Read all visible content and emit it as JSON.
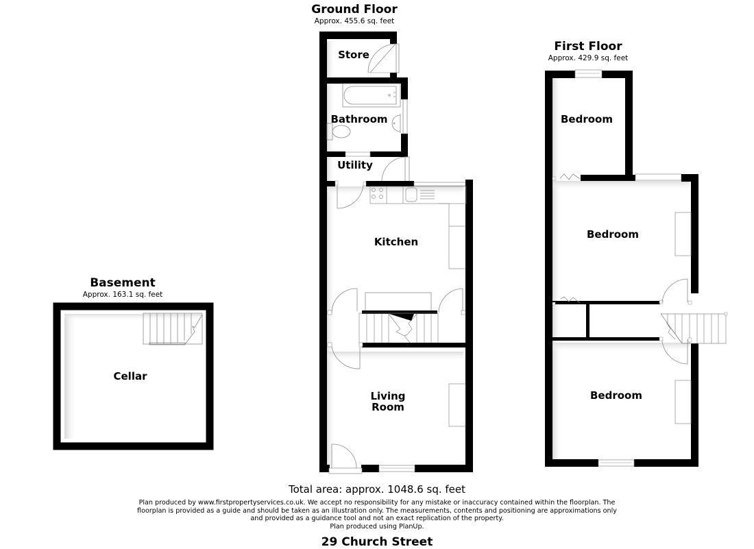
{
  "floors": {
    "ground": {
      "title": "Ground Floor",
      "area": "Approx. 455.6 sq. feet",
      "rooms": {
        "store": "Store",
        "bathroom": "Bathroom",
        "utility": "Utility",
        "kitchen": "Kitchen",
        "living_room_line1": "Living",
        "living_room_line2": "Room"
      }
    },
    "first": {
      "title": "First Floor",
      "area": "Approx. 429.9 sq. feet",
      "rooms": {
        "bedroom_1": "Bedroom",
        "bedroom_2": "Bedroom",
        "bedroom_3": "Bedroom"
      }
    },
    "basement": {
      "title": "Basement",
      "area": "Approx. 163.1 sq. feet",
      "rooms": {
        "cellar": "Cellar"
      }
    }
  },
  "footer": {
    "total_area": "Total area: approx. 1048.6 sq. feet",
    "disclaimer_lines": [
      "Plan produced by www.firstpropertyservices.co.uk. We accept no responsibility for any mistake or inaccuracy contained within the floorplan. The",
      "floorplan is provided as a guide and should be taken as an illustration only. The measurements, contents and positioning are approximations only",
      "and provided as a guidance tool and not an exact replication of the property.",
      "Plan produced using PlanUp."
    ],
    "address": "29 Church Street"
  },
  "colors": {
    "wall": "#000000",
    "fixture_line": "#8a8a8a",
    "background": "#ffffff"
  }
}
